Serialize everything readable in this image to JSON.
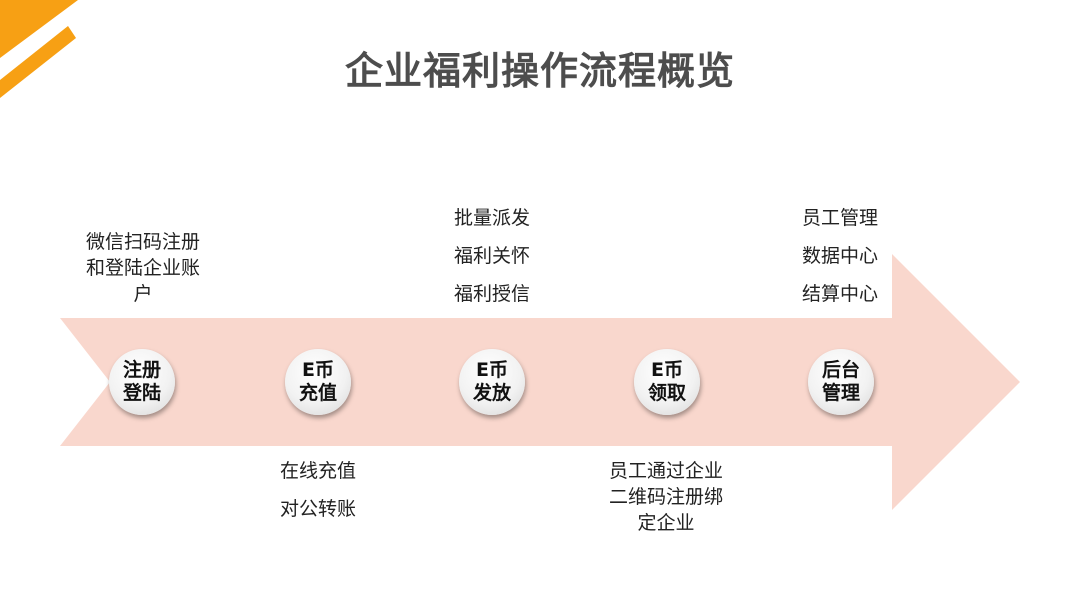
{
  "title": "企业福利操作流程概览",
  "colors": {
    "accent": "#f7a014",
    "arrow_fill": "#f9d7cd",
    "title_text": "#4d4d4d"
  },
  "steps": [
    {
      "line1": "注册",
      "line2": "登陆"
    },
    {
      "line1": "E币",
      "line2": "充值"
    },
    {
      "line1": "E币",
      "line2": "发放"
    },
    {
      "line1": "E币",
      "line2": "领取"
    },
    {
      "line1": "后台",
      "line2": "管理"
    }
  ],
  "notes": {
    "register": {
      "line1": "微信扫码注册",
      "line2": "和登陆企业账",
      "line3": "户"
    },
    "recharge": {
      "items": [
        "在线充值",
        "对公转账"
      ]
    },
    "distribute": {
      "items": [
        "批量派发",
        "福利关怀",
        "福利授信"
      ]
    },
    "receive": {
      "line1": "员工通过企业",
      "line2": "二维码注册绑",
      "line3": "定企业"
    },
    "manage": {
      "items": [
        "员工管理",
        "数据中心",
        "结算中心"
      ]
    }
  }
}
